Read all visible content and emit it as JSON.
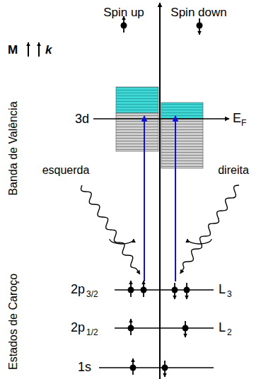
{
  "diagram": {
    "labels": [
      "Spin up",
      "Spin down",
      "M",
      "k",
      "Banda de Valência",
      "3d",
      "E",
      "F",
      "esquerda",
      "direita",
      "2p",
      "3/2",
      "L",
      "3",
      "2p",
      "1/2",
      "L",
      "2",
      "1s",
      "Estados de Caroço"
    ]
  }
}
